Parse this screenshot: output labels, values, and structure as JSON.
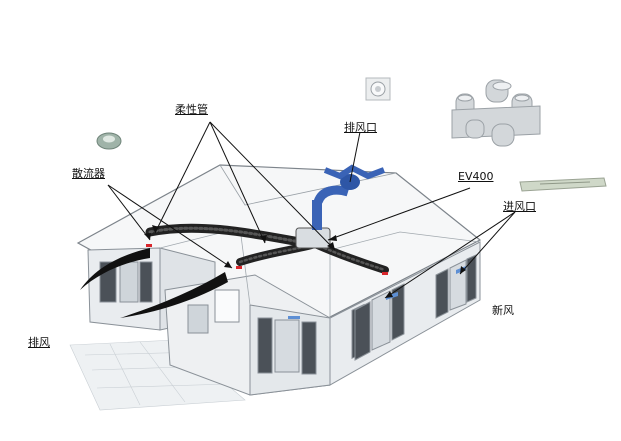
{
  "labels": {
    "flexible_duct": "柔性管",
    "diffuser": "散流器",
    "exhaust_vent": "排风口",
    "unit": "EV400",
    "supply_vent": "进风口",
    "fresh_air": "新风",
    "exhaust_air": "排风"
  },
  "colors": {
    "wall": "#e9ecef",
    "roof_edge": "#8a9198",
    "duct": "#222222",
    "unit": "#3a63b6",
    "arrow": "#111111",
    "marker": "#d8262c",
    "tile": "#dde2e6"
  }
}
